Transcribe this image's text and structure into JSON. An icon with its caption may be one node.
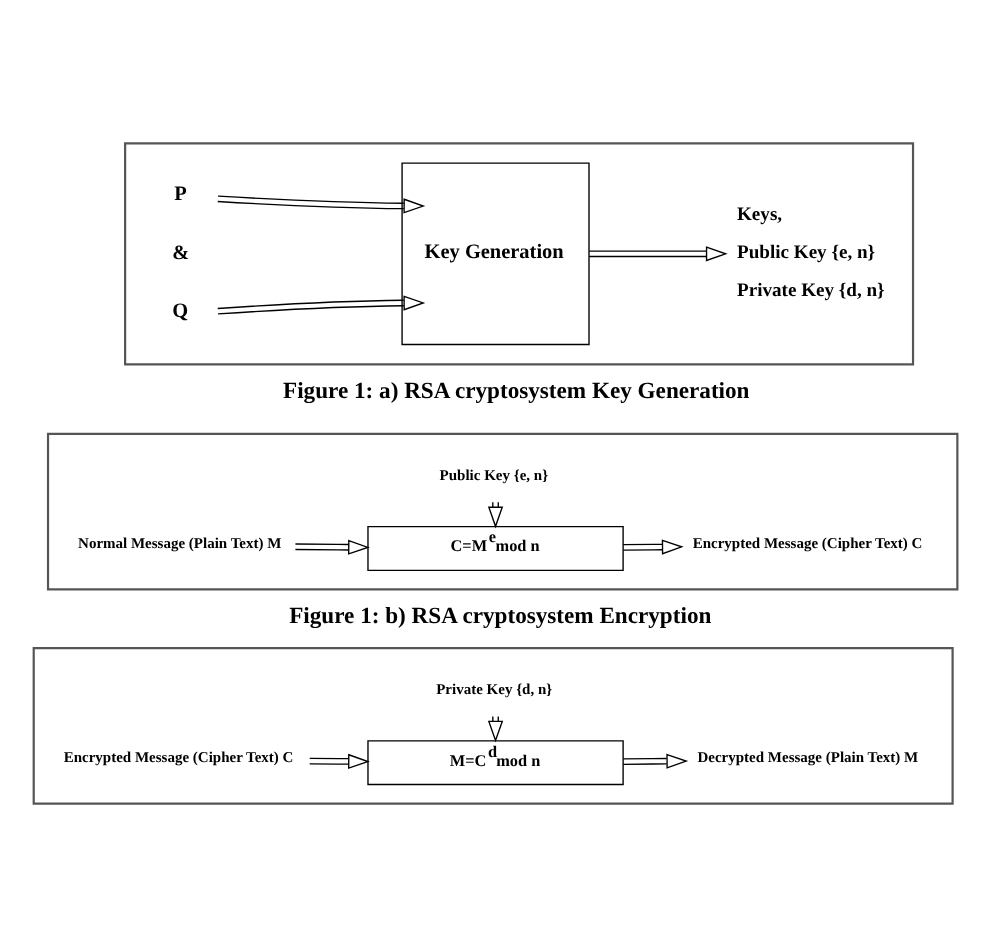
{
  "diagram": {
    "nodes": [
      {
        "text": [],
        "shape": "box",
        "beside": [
          "Figure 1: a) RSA cryptosystem Key Generation"
        ]
      },
      {
        "text": [
          "P"
        ],
        "in": 0
      },
      {
        "text": [
          "Q"
        ],
        "in": 0
      },
      {
        "text": [
          "Key Generation"
        ],
        "in": 0
      },
      {
        "text": [
          "Keys,",
          "Public Key {e, n}",
          "Private Key {d, n}"
        ],
        "in": 0
      },
      {
        "text": [],
        "shape": "box",
        "beside": [
          "Figure 1: b) RSA cryptosystem Encryption"
        ]
      },
      {
        "text": [
          "Normal Message (Plain Text) M"
        ],
        "in": 5
      },
      {
        "text": [
          "Public Key {e, n}"
        ],
        "in": 5
      },
      {
        "text": [
          "C=M$^{e}$mod n"
        ],
        "in": 5
      },
      {
        "text": [
          "Encrypted Message (Cipher Text) C"
        ],
        "in": 5
      },
      {
        "text": [],
        "shape": "box"
      },
      {
        "text": [
          "Encrypted Message (Cipher Text) C"
        ],
        "in": 10
      },
      {
        "text": [
          "Private Key {d, n}"
        ],
        "in": 10
      },
      {
        "text": [
          "M=C$^{d}$mod n"
        ],
        "in": 10
      },
      {
        "text": [
          "Decrypted Message (Plain Text) M"
        ],
        "in": 10
      }
    ],
    "edges": [
      {
        "from": 1,
        "to": 3,
        "arrow": "to"
      },
      {
        "from": 2,
        "to": 3,
        "arrow": "to"
      },
      {
        "from": 3,
        "to": 4,
        "arrow": "to"
      },
      {
        "from": 6,
        "to": 8,
        "arrow": "to"
      },
      {
        "from": 7,
        "to": 8,
        "arrow": "to"
      },
      {
        "from": 8,
        "to": 9,
        "arrow": "to"
      },
      {
        "from": 11,
        "to": 13,
        "arrow": "to"
      },
      {
        "from": 12,
        "to": 13,
        "arrow": "to"
      },
      {
        "from": 13,
        "to": 14,
        "arrow": "to"
      }
    ],
    "labels": [
      "&"
    ]
  }
}
